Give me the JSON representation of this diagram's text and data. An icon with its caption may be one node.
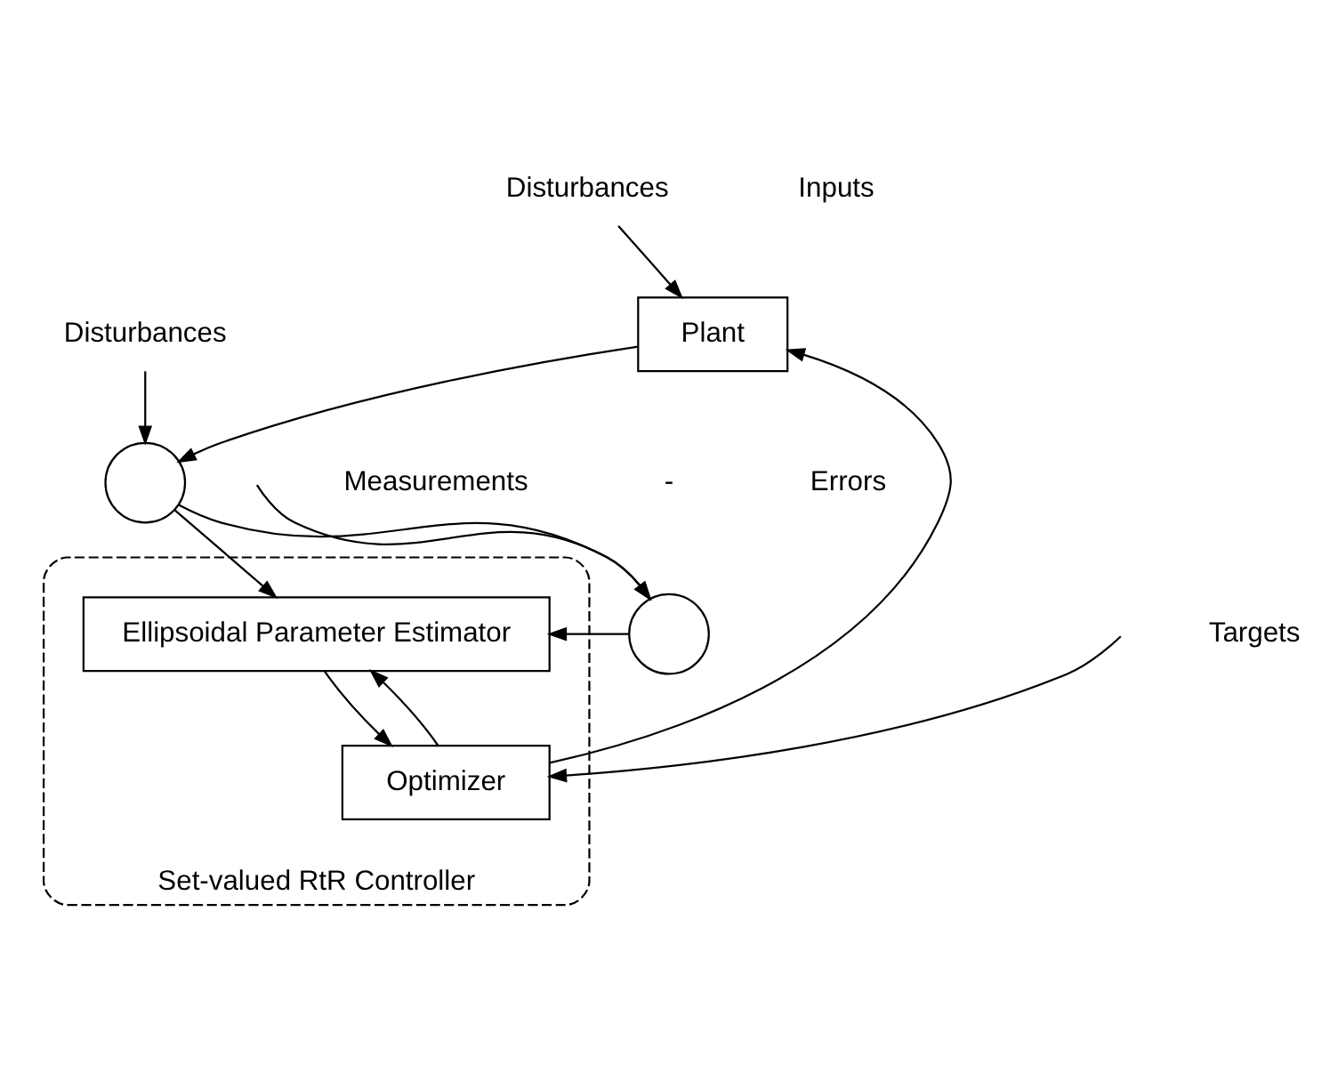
{
  "diagram": {
    "nodes": [
      {
        "text": [
          "Disturbances"
        ]
      },
      {
        "text": [
          "Disturbances"
        ]
      },
      {
        "text": [
          "Plant"
        ]
      },
      {
        "text": [],
        "shape": "circle"
      },
      {
        "text": [],
        "shape": "circle"
      },
      {
        "text": [
          "Set-valued RtR Controller"
        ]
      },
      {
        "text": [
          "Ellipsoidal Parameter Estimator"
        ],
        "in": 5
      },
      {
        "text": [
          "Optimizer"
        ],
        "in": 5
      }
    ],
    "edges": [
      {
        "from": 0,
        "to": 2,
        "arrow": "to"
      },
      {
        "from": 1,
        "to": 3,
        "arrow": "to"
      },
      {
        "from": 2,
        "to": 3,
        "arrow": "to"
      },
      {
        "from": 3,
        "to": 4,
        "arrow": "to"
      },
      {
        "from": 3,
        "to": 6,
        "arrow": "to"
      },
      {
        "from": 4,
        "to": 6,
        "arrow": "to"
      },
      {
        "from": 6,
        "to": 7,
        "arrow": "to"
      },
      {
        "from": 7,
        "to": 2,
        "arrow": "to"
      },
      {
        "from": 7,
        "to": 6,
        "arrow": "to"
      },
      {
        "from": null,
        "to": 7,
        "arrow": "to"
      },
      {
        "from": null,
        "to": 4,
        "arrow": "to"
      }
    ],
    "labels": [
      "Inputs",
      "Measurements",
      "-",
      "Errors",
      "Targets"
    ]
  }
}
